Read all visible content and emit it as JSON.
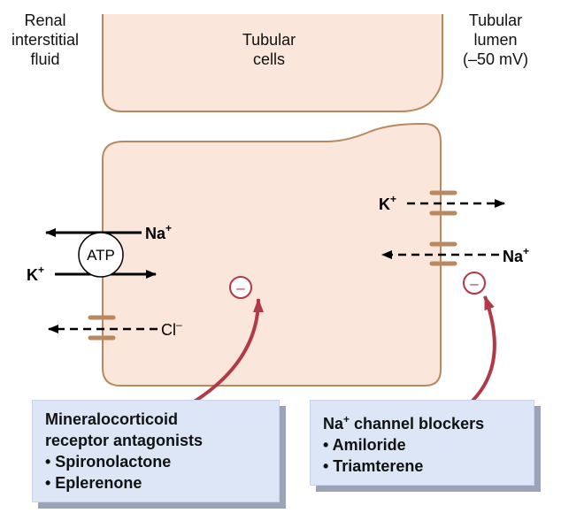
{
  "labels": {
    "renal_interstitial_fluid": [
      "Renal",
      "interstitial",
      "fluid"
    ],
    "tubular_cells": [
      "Tubular",
      "cells"
    ],
    "tubular_lumen": [
      "Tubular",
      "lumen",
      "(–50 mV)"
    ]
  },
  "left_membrane": {
    "atp": "ATP",
    "na": "Na",
    "na_charge": "+",
    "k": "K",
    "k_charge": "+",
    "cl": "Cl",
    "cl_charge": "–"
  },
  "right_membrane": {
    "k": "K",
    "k_charge": "+",
    "na": "Na",
    "na_charge": "+"
  },
  "inhibitor_symbol": "–",
  "boxes": {
    "mra": {
      "title_line1": "Mineralocorticoid",
      "title_line2": "receptor antagonists",
      "drugs": [
        "• Spironolactone",
        "• Eplerenone"
      ]
    },
    "enac": {
      "title_prefix": "Na",
      "title_sup": "+",
      "title_suffix": " channel blockers",
      "drugs": [
        "• Amiloride",
        "• Triamterene"
      ]
    }
  },
  "colors": {
    "cell_fill": "#fbe6dc",
    "cell_stroke": "#b9885e",
    "channel": "#b9885e",
    "inhibitor": "#b23a48",
    "box_fill": "#dde6f7",
    "box_shadow": "#9aa3b7"
  }
}
